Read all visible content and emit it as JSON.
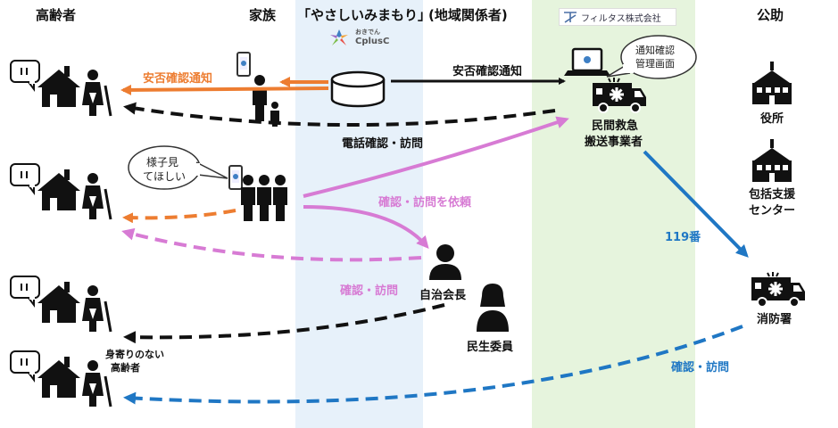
{
  "columns": {
    "elderly": "高齢者",
    "family": "家族",
    "service": "「やさしいみまもり」",
    "local": "(地域関係者)",
    "public": "公助"
  },
  "service_logo": {
    "small": "おきでん",
    "main": "CplusC"
  },
  "company_logo": "フィルタス株式会社",
  "arrows": {
    "safety_notice_left": "安否確認通知",
    "safety_notice_right": "安否確認通知",
    "phone_check": "電話確認・訪問",
    "request_check": "確認・訪問を依頼",
    "check_visit_1": "確認・訪問",
    "check_visit_2": "確認・訪問",
    "call_119": "119番"
  },
  "bubbles": {
    "family": [
      "様子見",
      "てほしい"
    ],
    "terminal": [
      "通知確認",
      "管理画面"
    ]
  },
  "actors": {
    "ambulance_company": [
      "民間救急",
      "搬送事業者"
    ],
    "neighborhood_head": "自治会長",
    "welfare_commissioner": "民生委員",
    "city_office": "役所",
    "support_center": [
      "包括支援",
      "センター"
    ],
    "fire_department": "消防署",
    "no_relatives": [
      "身寄りのない",
      "高齢者"
    ]
  },
  "colors": {
    "orange": "#ED7D31",
    "pink": "#D77BD4",
    "blue": "#1F77C4",
    "black": "#111111",
    "service_band": "#E7F1FA",
    "company_band": "#E6F4DD"
  }
}
